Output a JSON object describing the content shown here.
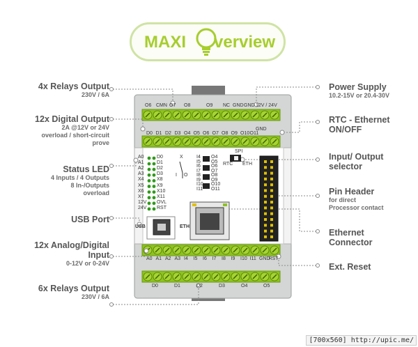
{
  "title": {
    "maxi": "MAXI",
    "rest": "verview"
  },
  "labels_left": [
    {
      "title": "4x Relays Output",
      "desc": [
        "230V / 6A"
      ]
    },
    {
      "title": "12x Digital Output",
      "desc": [
        "2A @12V or 24V",
        "overload / short-circuit",
        "prove"
      ]
    },
    {
      "title": "Status LED",
      "desc": [
        "4 Inputs / 4 Outputs",
        "8 In-/Outputs",
        "overload"
      ]
    },
    {
      "title": "USB Port",
      "desc": []
    },
    {
      "title": "12x Analog/Digital",
      "title2": "Input",
      "desc": [
        "0-12V or 0-24V"
      ]
    },
    {
      "title": "6x Relays Output",
      "desc": [
        "230V / 6A"
      ]
    }
  ],
  "labels_right": [
    {
      "title": "Power Supply",
      "desc": [
        "10.2-15V or 20.4-30V"
      ]
    },
    {
      "title": "RTC - Ethernet",
      "title2": "ON/OFF",
      "desc": []
    },
    {
      "title": "Input/ Output",
      "title2": "selector",
      "desc": []
    },
    {
      "title": "Pin Header",
      "desc": [
        "for direct",
        "Processor contact"
      ]
    },
    {
      "title": "Ethernet",
      "title2": "Connector",
      "desc": []
    },
    {
      "title": "Ext. Reset",
      "desc": []
    }
  ],
  "board": {
    "top_row1": [
      "O6",
      "CMN",
      "O7",
      "O8",
      "O9",
      "NC",
      "GND",
      "GND",
      "12V / 24V"
    ],
    "top_row2": [
      "D0",
      "D1",
      "D2",
      "D3",
      "O4",
      "O5",
      "O6",
      "O7",
      "O8",
      "O9",
      "O10",
      "O11"
    ],
    "top_gnd": "GND",
    "led_left": [
      "A0",
      "A1",
      "A2",
      "A3",
      "X4",
      "X5",
      "X6",
      "X7",
      "12V",
      "24V"
    ],
    "led_right": [
      "D0",
      "D1",
      "D2",
      "D3",
      "X8",
      "X9",
      "X10",
      "X11",
      "OVL",
      "RST"
    ],
    "io_left": [
      "I4",
      "I5",
      "I6",
      "I7",
      "I8",
      "I9",
      "I10",
      "I11"
    ],
    "io_right": [
      "O4",
      "O5",
      "O6",
      "O7",
      "O8",
      "O9",
      "O10",
      "O11"
    ],
    "spi": "SPI",
    "rtc": "RTC",
    "eth_sw": "ETH",
    "usb": "USB",
    "eth": "ETH",
    "bot_row1": [
      "A0",
      "A1",
      "A2",
      "A3",
      "I4",
      "I5",
      "I6",
      "I7",
      "I8",
      "I9",
      "I10",
      "I11",
      "GND",
      "RST"
    ],
    "bot_row2": [
      "D0",
      "D1",
      "D2",
      "D3",
      "O4",
      "O5"
    ],
    "switch_marks": [
      "X",
      "I",
      "O"
    ]
  },
  "footer": "[700x560] http://upic.me/"
}
